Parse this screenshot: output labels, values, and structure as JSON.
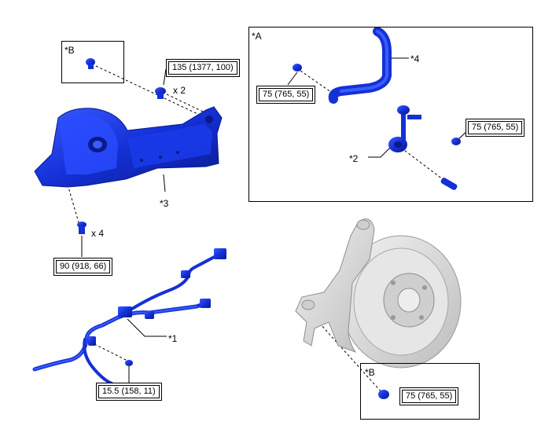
{
  "callouts": {
    "box_a": "*A",
    "box_b_top": "*B",
    "box_b_bottom": "*B",
    "part_1": "*1",
    "part_2": "*2",
    "part_3": "*3",
    "part_4": "*4"
  },
  "quantities": {
    "upper_bolts": "x 2",
    "lower_bolts": "x 4"
  },
  "torque_specs": {
    "upper_bolt": "135 (1377, 100)",
    "link_upper_nut": "75 (765, 55)",
    "link_lower_nut": "75 (765, 55)",
    "arm_bolts": "90 (918, 66)",
    "wire_bolt": "15.5 (158, 11)",
    "knuckle_nut": "75 (765, 55)"
  },
  "colors": {
    "part_blue": "#1430d6",
    "part_dark": "#0a1a8a",
    "hub_gray": "#d8d8d8",
    "line": "#000000"
  }
}
